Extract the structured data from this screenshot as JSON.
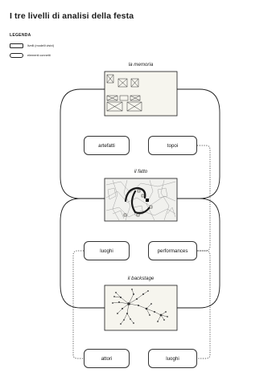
{
  "title": "I tre livelli di analisi della festa",
  "legend": {
    "title": "LEGENDA",
    "items": [
      {
        "label": "livelli (modelli visivi)",
        "shape": "rect"
      },
      {
        "label": "elementi connetti",
        "shape": "pill"
      }
    ]
  },
  "levels": {
    "memoria": {
      "label": "la memoria"
    },
    "fatto": {
      "label": "il fatto"
    },
    "backstage": {
      "label": "il backstage"
    }
  },
  "nodes": {
    "artefatti": "artefatti",
    "topoi": "topoi",
    "luoghi_1": "luoghi",
    "performances": "performances",
    "attori": "attori",
    "luoghi_2": "luoghi"
  },
  "colors": {
    "line": "#1a1a1a",
    "panel_fill": "#f6f5ee",
    "accent_square": "#000000"
  }
}
